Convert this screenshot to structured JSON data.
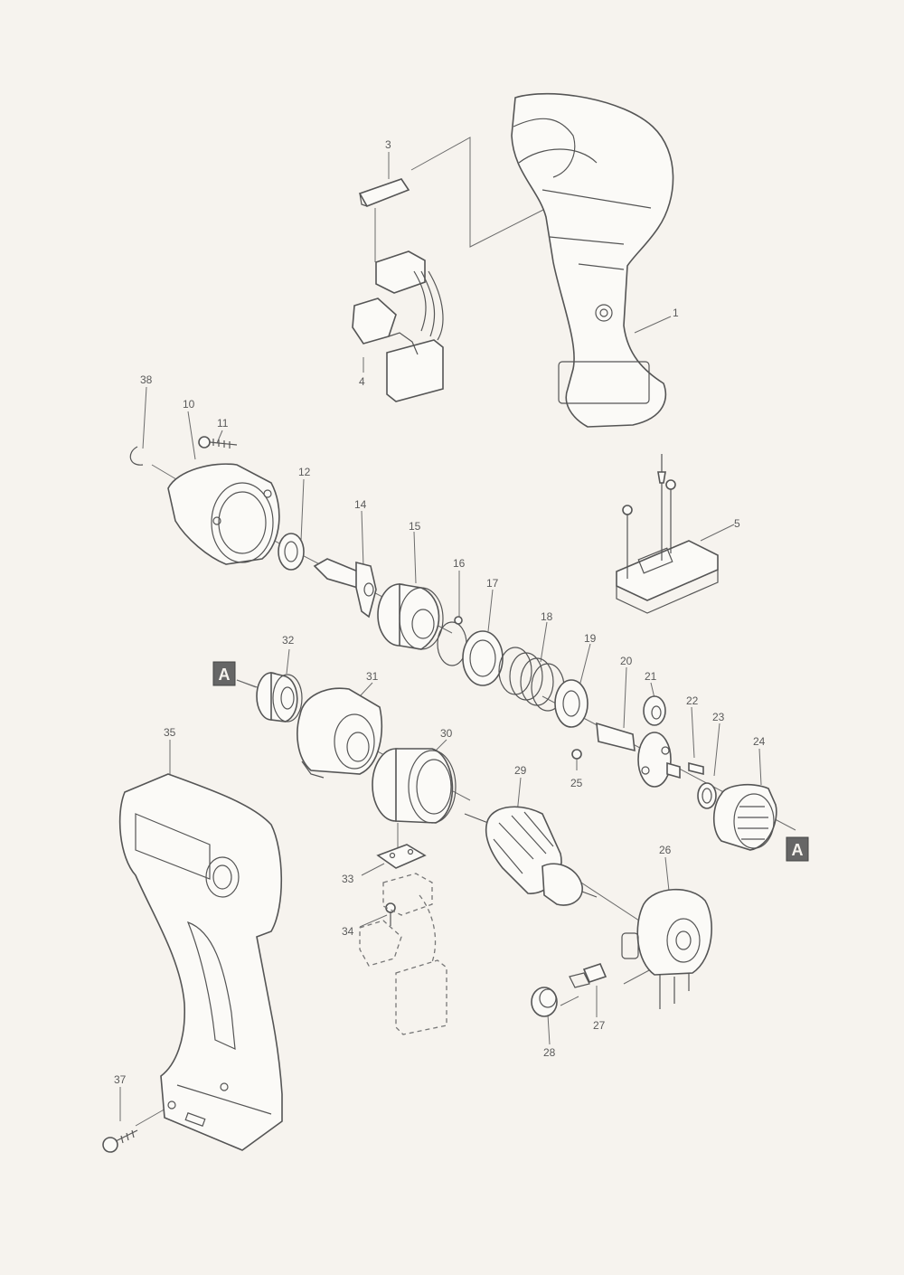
{
  "labels": {
    "p1": "1",
    "p3": "3",
    "p4": "4",
    "p5": "5",
    "p10": "10",
    "p11": "11",
    "p12": "12",
    "p14": "14",
    "p15": "15",
    "p16": "16",
    "p17": "17",
    "p18": "18",
    "p19": "19",
    "p20": "20",
    "p21": "21",
    "p22": "22",
    "p23": "23",
    "p24": "24",
    "p25": "25",
    "p26": "26",
    "p27": "27",
    "p28": "28",
    "p29": "29",
    "p30": "30",
    "p31": "31",
    "p32": "32",
    "p33": "33",
    "p34": "34",
    "p35": "35",
    "p37": "37",
    "p38": "38"
  },
  "reference_marker": "A",
  "colors": {
    "background": "#f6f3ee",
    "line": "#555555",
    "marker": "#666666"
  }
}
